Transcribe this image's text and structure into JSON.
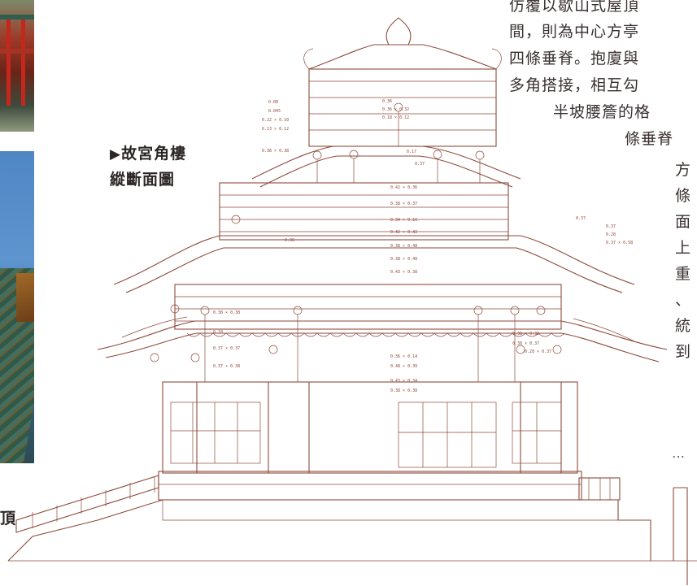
{
  "caption": {
    "marker": "▶",
    "line1": "故宮角樓",
    "line2": "縱斷面圖"
  },
  "left_fragment_text": "頂",
  "right_text": {
    "line1": "仿覆以歇山式屋頂",
    "line2": "間，則為中心方亭",
    "line3": "四條垂脊。抱廈與",
    "line4": "多角搭接，相互勾",
    "line5": "半坡腰簷的格",
    "line6": "條垂脊",
    "vertical_chars": [
      "方",
      "條",
      "面",
      "上",
      "重",
      "、",
      "統",
      "到"
    ],
    "ellipsis": "…"
  },
  "drawing_labels": {
    "top": [
      "0.36",
      "0.36 × 0.32",
      "0.18 × 0.12",
      "0.17",
      "0.37",
      "0.42 × 0.36",
      "0.38 × 0.37",
      "0.34 × 0.16",
      "0.42 × 0.42",
      "0.38 × 0.48",
      "0.38 × 0.40",
      "0.43 × 0.38"
    ],
    "left": [
      "0.08",
      "0.045",
      "0.22 × 0.10",
      "0.13 × 0.12",
      "0.38 × 0.38",
      "0.36",
      "0.38 × 0.38",
      "0.18",
      "0.37 × 0.37",
      "0.37 × 0.38"
    ],
    "right": [
      "0.37",
      "0.37",
      "0.28",
      "0.37 × 0.58",
      "0.38 × 0.32",
      "0.38 × 0.37",
      "0.28 × 0.37"
    ],
    "middle": [
      "0.36 × 0.14",
      "0.48 × 0.39",
      "0.43 × 0.34",
      "0.38 × 0.38"
    ]
  },
  "colors": {
    "drawing_line": "#8e4a3c",
    "text": "#3a3030"
  }
}
